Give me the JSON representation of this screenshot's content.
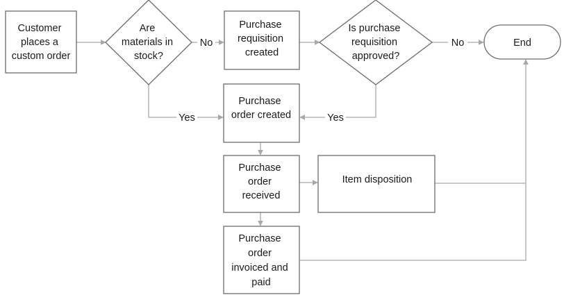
{
  "nodes": {
    "start": {
      "lines": [
        "Customer",
        "places a",
        "custom order"
      ],
      "type": "process"
    },
    "in_stock": {
      "lines": [
        "Are",
        "materials in",
        "stock?"
      ],
      "type": "decision"
    },
    "req_created": {
      "lines": [
        "Purchase",
        "requisition",
        "created"
      ],
      "type": "process"
    },
    "req_approved": {
      "lines": [
        "Is purchase",
        "requisition",
        "approved?"
      ],
      "type": "decision"
    },
    "end": {
      "lines": [
        "End"
      ],
      "type": "terminator"
    },
    "po_created": {
      "lines": [
        "Purchase",
        "order created"
      ],
      "type": "process"
    },
    "po_received": {
      "lines": [
        "Purchase",
        "order",
        "received"
      ],
      "type": "process"
    },
    "item_disposition": {
      "lines": [
        "Item disposition"
      ],
      "type": "process"
    },
    "po_invoiced": {
      "lines": [
        "Purchase",
        "order",
        "invoiced and",
        "paid"
      ],
      "type": "process"
    }
  },
  "edges": [
    {
      "from": "start",
      "to": "in_stock",
      "label": ""
    },
    {
      "from": "in_stock",
      "to": "req_created",
      "label": "No"
    },
    {
      "from": "req_created",
      "to": "req_approved",
      "label": ""
    },
    {
      "from": "req_approved",
      "to": "end",
      "label": "No"
    },
    {
      "from": "in_stock",
      "to": "po_created",
      "label": "Yes"
    },
    {
      "from": "req_approved",
      "to": "po_created",
      "label": "Yes"
    },
    {
      "from": "po_created",
      "to": "po_received",
      "label": ""
    },
    {
      "from": "po_received",
      "to": "item_disposition",
      "label": ""
    },
    {
      "from": "item_disposition",
      "to": "end",
      "label": ""
    },
    {
      "from": "po_received",
      "to": "po_invoiced",
      "label": ""
    },
    {
      "from": "po_invoiced",
      "to": "end",
      "label": ""
    }
  ],
  "colors": {
    "shape_stroke": "#6b6b6b",
    "edge_stroke": "#a8a8a8",
    "text": "#1a1a1a",
    "background": "#ffffff"
  }
}
